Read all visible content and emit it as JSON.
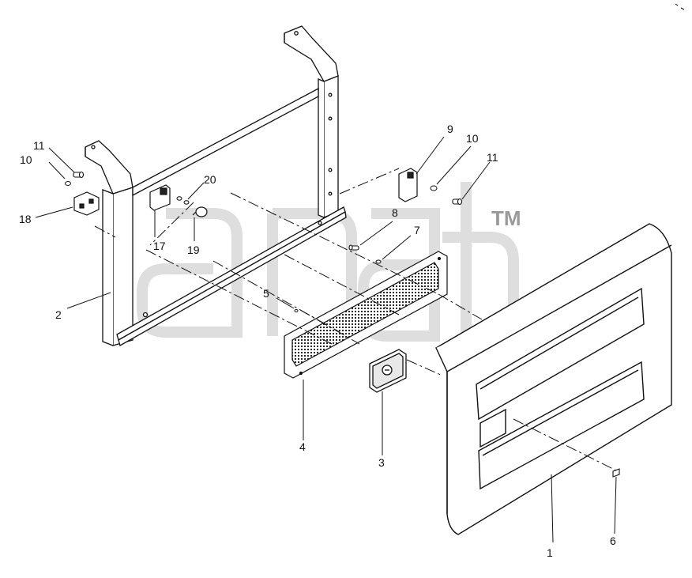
{
  "watermark": {
    "mark": "TM"
  },
  "callouts": [
    {
      "id": "1",
      "text": "1"
    },
    {
      "id": "2",
      "text": "2"
    },
    {
      "id": "3",
      "text": "3"
    },
    {
      "id": "4",
      "text": "4"
    },
    {
      "id": "5",
      "text": "5"
    },
    {
      "id": "6",
      "text": "6"
    },
    {
      "id": "7",
      "text": "7"
    },
    {
      "id": "8",
      "text": "8"
    },
    {
      "id": "9",
      "text": "9"
    },
    {
      "id": "10a",
      "text": "10"
    },
    {
      "id": "10b",
      "text": "10"
    },
    {
      "id": "11a",
      "text": "11"
    },
    {
      "id": "11b",
      "text": "11"
    },
    {
      "id": "17",
      "text": "17"
    },
    {
      "id": "18",
      "text": "18"
    },
    {
      "id": "19",
      "text": "19"
    },
    {
      "id": "20",
      "text": "20"
    }
  ]
}
